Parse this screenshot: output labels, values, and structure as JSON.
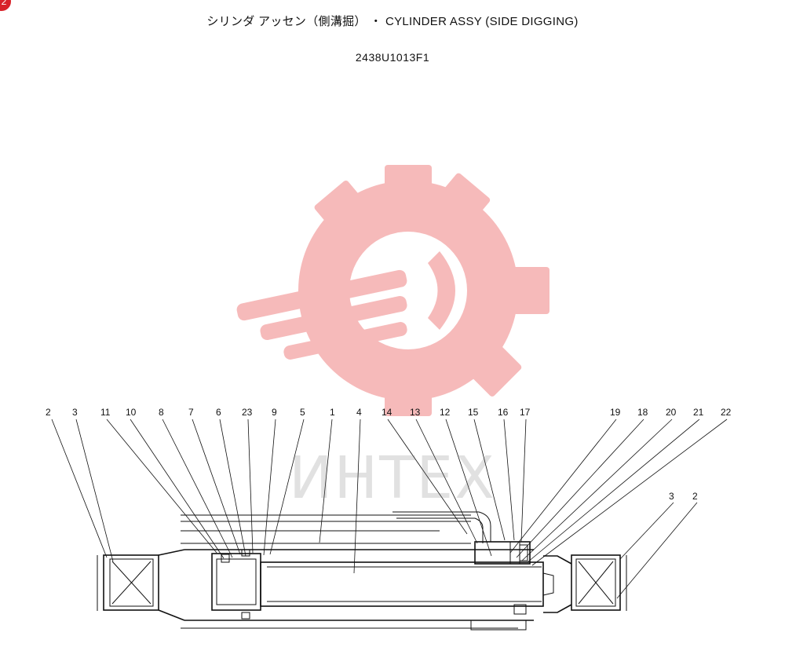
{
  "page_badge": "2",
  "title": "シリンダ アッセン（側溝掘） ・ CYLINDER ASSY (SIDE DIGGING)",
  "drawing_code": "2438U1013F1",
  "watermark": {
    "text": "ИНТЕХ",
    "color": "#f4a3a3"
  },
  "callouts": [
    {
      "id": "c-2a",
      "text": "2"
    },
    {
      "id": "c-3a",
      "text": "3"
    },
    {
      "id": "c-11",
      "text": "11"
    },
    {
      "id": "c-10",
      "text": "10"
    },
    {
      "id": "c-8",
      "text": "8"
    },
    {
      "id": "c-7",
      "text": "7"
    },
    {
      "id": "c-6",
      "text": "6"
    },
    {
      "id": "c-23",
      "text": "23"
    },
    {
      "id": "c-9",
      "text": "9"
    },
    {
      "id": "c-5",
      "text": "5"
    },
    {
      "id": "c-1",
      "text": "1"
    },
    {
      "id": "c-4",
      "text": "4"
    },
    {
      "id": "c-14",
      "text": "14"
    },
    {
      "id": "c-13",
      "text": "13"
    },
    {
      "id": "c-12",
      "text": "12"
    },
    {
      "id": "c-15",
      "text": "15"
    },
    {
      "id": "c-16",
      "text": "16"
    },
    {
      "id": "c-17",
      "text": "17"
    },
    {
      "id": "c-19",
      "text": "19"
    },
    {
      "id": "c-18",
      "text": "18"
    },
    {
      "id": "c-20",
      "text": "20"
    },
    {
      "id": "c-21",
      "text": "21"
    },
    {
      "id": "c-22",
      "text": "22"
    },
    {
      "id": "c-3b",
      "text": "3"
    },
    {
      "id": "c-2b",
      "text": "2"
    }
  ]
}
